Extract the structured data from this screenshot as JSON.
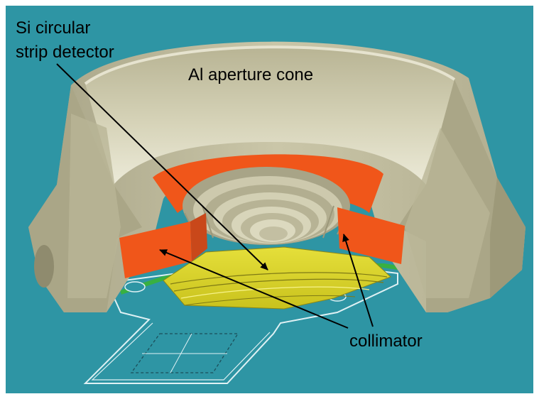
{
  "labels": {
    "detector_line1": "Si circular",
    "detector_line2": "strip detector",
    "aperture": "Al aperture cone",
    "collimator": "collimator"
  },
  "colors": {
    "background": "#2e95a4",
    "housing": "#bcb898",
    "housing_light": "#d4d1b5",
    "housing_dark": "#8f8b6e",
    "collimator": "#f0561a",
    "detector": "#d6d12a",
    "pcb_edge": "#38b041",
    "arrow": "#000000"
  }
}
